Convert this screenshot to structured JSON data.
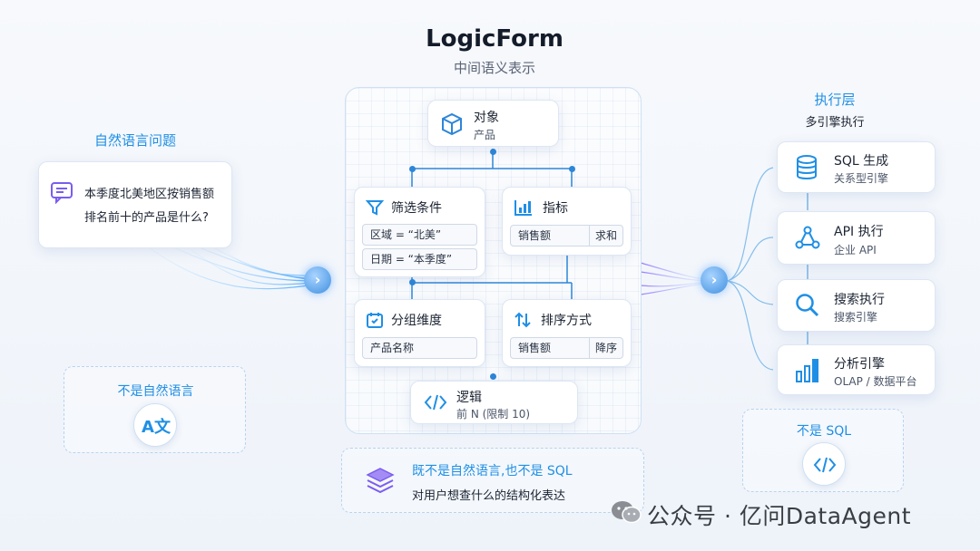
{
  "header": {
    "title": "LogicForm",
    "subtitle": "中间语义表示"
  },
  "left": {
    "section_label": "自然语言问题",
    "question_line1": "本季度北美地区按销售额",
    "question_line2": "排名前十的产品是什么?",
    "not_box_label": "不是自然语言",
    "not_box_icon_text": "A文",
    "icons": [
      "chat-icon",
      "translate-icon"
    ]
  },
  "logicform": {
    "object": {
      "title": "对象",
      "value": "产品",
      "icon": "cube-icon"
    },
    "filter": {
      "title": "筛选条件",
      "icon": "filter-icon",
      "rows": [
        "区域 = “北美”",
        "日期 = “本季度”"
      ]
    },
    "metric": {
      "title": "指标",
      "icon": "bar-chart-icon",
      "field": "销售额",
      "agg": "求和"
    },
    "group": {
      "title": "分组维度",
      "icon": "calendar-icon",
      "field": "产品名称"
    },
    "sort": {
      "title": "排序方式",
      "icon": "sort-icon",
      "field": "销售额",
      "order": "降序"
    },
    "logic": {
      "title": "逻辑",
      "value": "前 N (限制 10)",
      "icon": "code-icon"
    },
    "summary": {
      "title": "既不是自然语言,也不是 SQL",
      "subtitle": "对用户想查什么的结构化表达",
      "icon": "layers-icon"
    }
  },
  "right": {
    "section_title": "执行层",
    "section_subtitle": "多引擎执行",
    "engines": [
      {
        "title": "SQL 生成",
        "subtitle": "关系型引擎",
        "icon": "database-icon"
      },
      {
        "title": "API 执行",
        "subtitle": "企业 API",
        "icon": "api-network-icon"
      },
      {
        "title": "搜索执行",
        "subtitle": "搜索引擎",
        "icon": "search-icon"
      },
      {
        "title": "分析引擎",
        "subtitle": "OLAP / 数据平台",
        "icon": "analytics-bar-icon"
      }
    ],
    "not_box_label": "不是 SQL"
  },
  "watermark": "公众号 · 亿问DataAgent",
  "colors": {
    "accent": "#1f8fe5",
    "brand": "#2d86d8",
    "purple": "#7b5cf0"
  }
}
